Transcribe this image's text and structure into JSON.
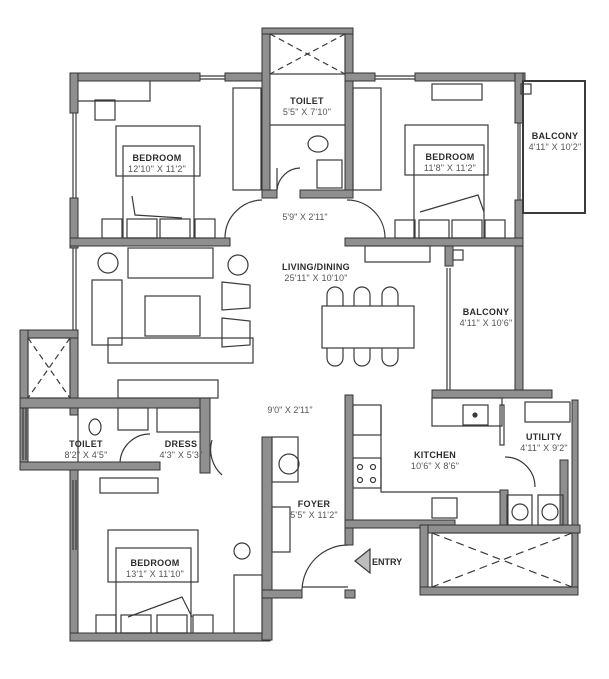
{
  "plan": {
    "colors": {
      "wall": "#8f8f8f",
      "wall_edge": "#333333",
      "line": "#3a3a3a",
      "background": "#ffffff"
    },
    "rooms": [
      {
        "id": "bedroom1",
        "name": "BEDROOM",
        "dims": "12'10\" X 11'2\""
      },
      {
        "id": "toilet1",
        "name": "TOILET",
        "dims": "5'5\" X 7'10\""
      },
      {
        "id": "bedroom2",
        "name": "BEDROOM",
        "dims": "11'8\" X 11'2\""
      },
      {
        "id": "balcony1",
        "name": "BALCONY",
        "dims": "4'11\" X 10'2\""
      },
      {
        "id": "living",
        "name": "LIVING/DINING",
        "dims": "25'11\" X 10'10\""
      },
      {
        "id": "balcony2",
        "name": "BALCONY",
        "dims": "4'11\" X 10'6\""
      },
      {
        "id": "toilet2",
        "name": "TOILET",
        "dims": "8'2\" X 4'5\""
      },
      {
        "id": "dress",
        "name": "DRESS",
        "dims": "4'3\" X 5'3\""
      },
      {
        "id": "kitchen",
        "name": "KITCHEN",
        "dims": "10'6\" X 8'6\""
      },
      {
        "id": "utility",
        "name": "UTILITY",
        "dims": "4'11\" X 9'2\""
      },
      {
        "id": "foyer",
        "name": "FOYER",
        "dims": "5'5\" X 11'2\""
      },
      {
        "id": "bedroom3",
        "name": "BEDROOM",
        "dims": "13'1\" X 11'10\""
      }
    ],
    "passages": [
      {
        "id": "passage1",
        "dims": "5'9\" X 2'11\""
      },
      {
        "id": "passage2",
        "dims": "9'0\" X 2'11\""
      }
    ],
    "entry": {
      "label": "ENTRY",
      "icon": "entry-arrow-icon"
    }
  }
}
